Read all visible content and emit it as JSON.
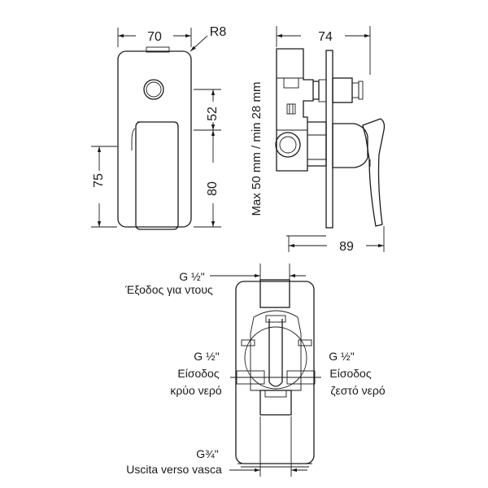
{
  "dimensions": {
    "width_top": "70",
    "radius": "R8",
    "depth_top": "74",
    "height_left": "75",
    "offset_52": "52",
    "offset_80": "80",
    "wall_range": "Max 50 mm / min 28 mm",
    "depth_bottom": "89"
  },
  "labels": {
    "outlet_top_size": "G ½\"",
    "outlet_top_text": "Έξοδος για ντους",
    "inlet_cold_size": "G ½\"",
    "inlet_cold_line1": "Είσοδος",
    "inlet_cold_line2": "κρύο νερό",
    "inlet_hot_size": "G ½\"",
    "inlet_hot_line1": "Είσοδος",
    "inlet_hot_line2": "ζεστό νερό",
    "outlet_bottom_size": "G¾\"",
    "outlet_bottom_text": "Uscita verso vasca"
  }
}
